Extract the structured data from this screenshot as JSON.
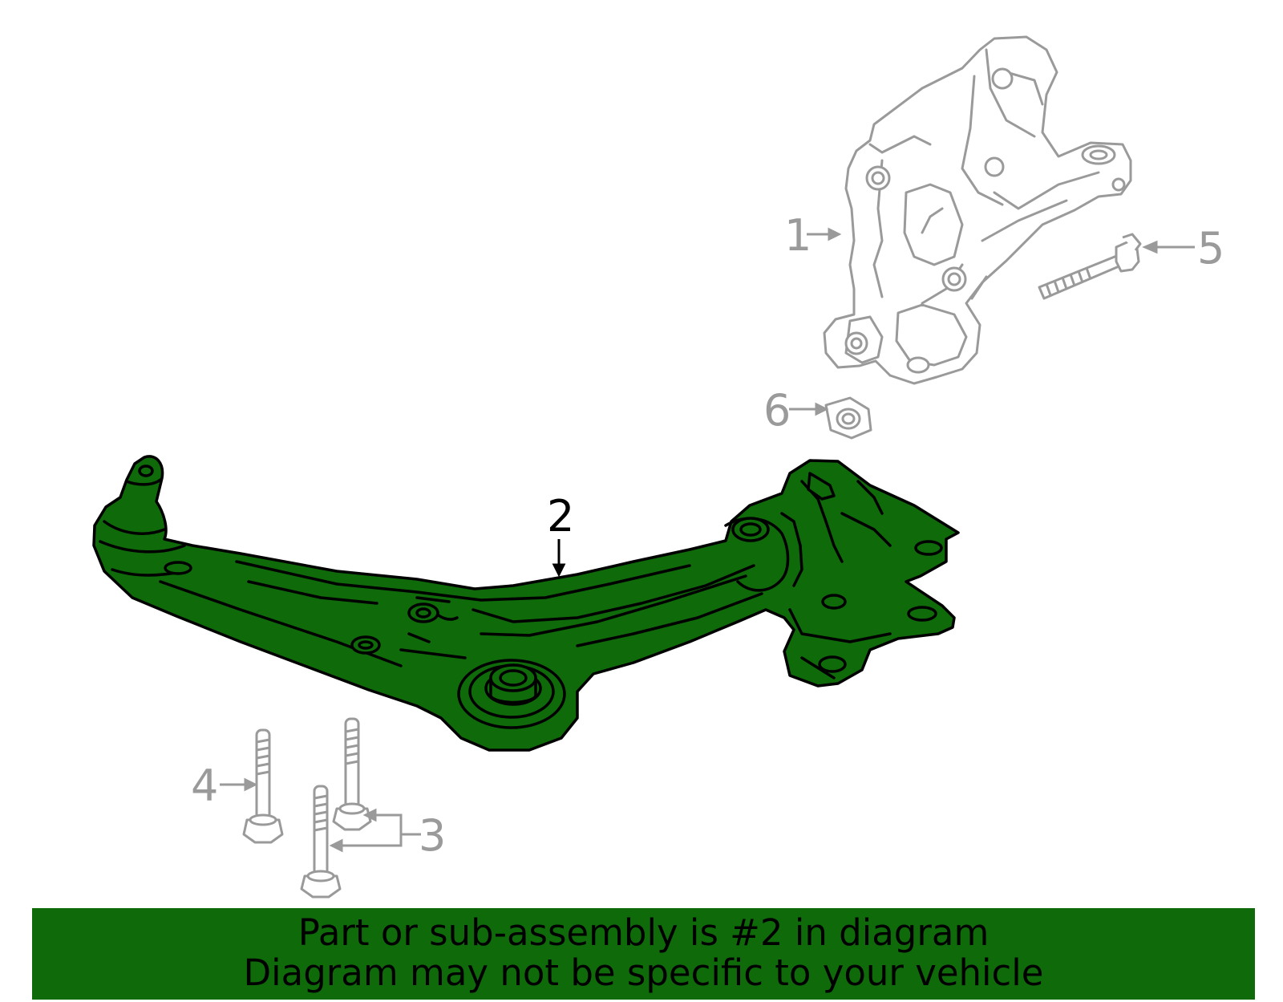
{
  "callouts": {
    "c1": "1",
    "c2": "2",
    "c3": "3",
    "c4": "4",
    "c5": "5",
    "c6": "6"
  },
  "banner": {
    "line1": "Part or sub-assembly is #2 in diagram",
    "line2": "Diagram may not be specific to your vehicle"
  },
  "colors": {
    "highlight": "#0f6a0a",
    "outline": "#000000",
    "ghost": "#9a9a9a",
    "background": "#ffffff"
  }
}
